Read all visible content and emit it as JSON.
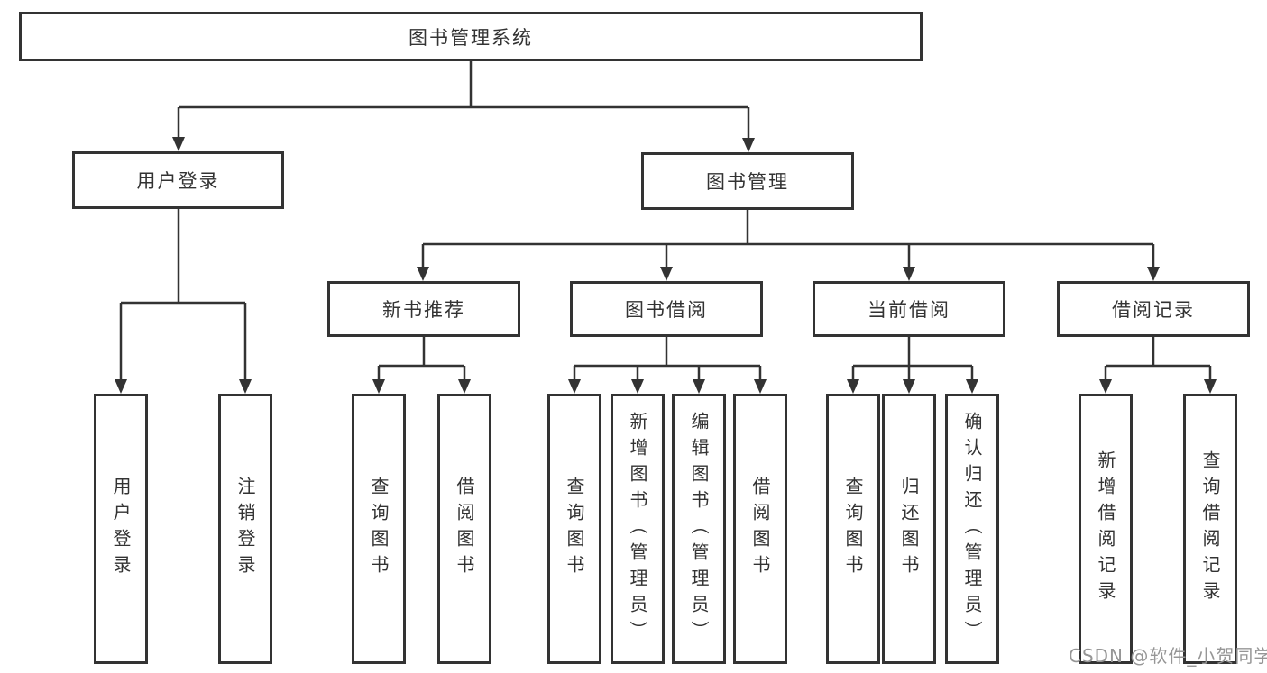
{
  "diagram": {
    "root": {
      "label": "图书管理系统"
    },
    "branches": [
      {
        "label": "用户登录",
        "children": [
          {
            "label": "用户登录"
          },
          {
            "label": "注销登录"
          }
        ]
      },
      {
        "label": "图书管理",
        "children": [
          {
            "label": "新书推荐",
            "children": [
              {
                "label": "查询图书"
              },
              {
                "label": "借阅图书"
              }
            ]
          },
          {
            "label": "图书借阅",
            "children": [
              {
                "label": "查询图书"
              },
              {
                "label": "新增图书（管理员）"
              },
              {
                "label": "编辑图书（管理员）"
              },
              {
                "label": "借阅图书"
              }
            ]
          },
          {
            "label": "当前借阅",
            "children": [
              {
                "label": "查询图书"
              },
              {
                "label": "归还图书"
              },
              {
                "label": "确认归还（管理员）"
              }
            ]
          },
          {
            "label": "借阅记录",
            "children": [
              {
                "label": "新增借阅记录"
              },
              {
                "label": "查询借阅记录"
              }
            ]
          }
        ]
      }
    ]
  },
  "watermark": {
    "text": "CSDN @软件_小贺同学"
  },
  "colors": {
    "line": "#333333",
    "box_border": "#333333",
    "text": "#333333",
    "background": "#ffffff",
    "watermark": "#969696"
  }
}
